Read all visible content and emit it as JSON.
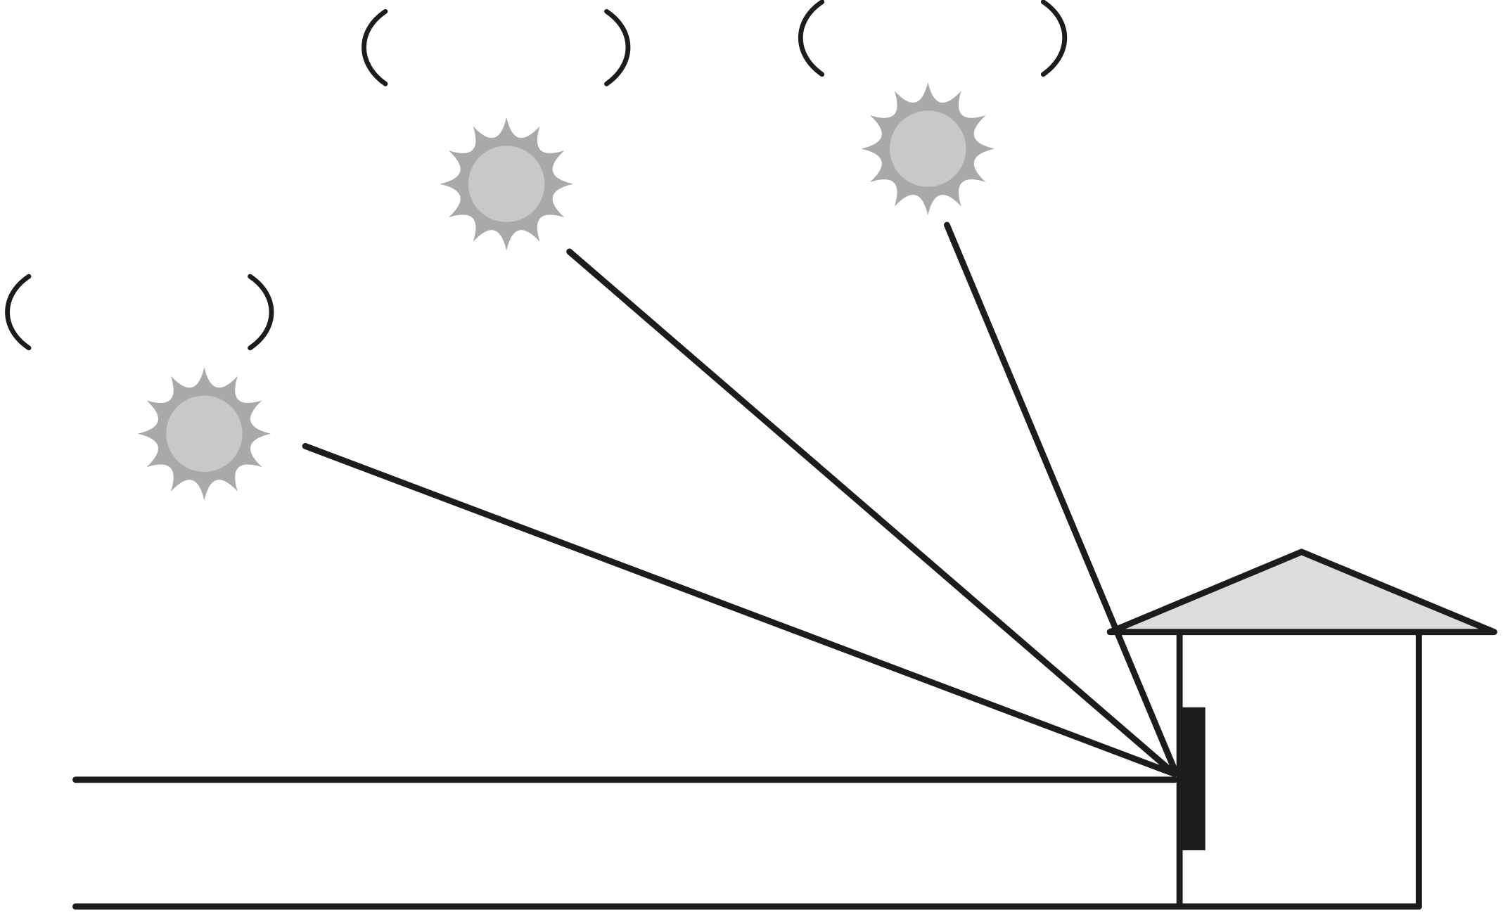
{
  "colors": {
    "stroke": "#1c1c1c",
    "sun_rays": "#a9a9a9",
    "sun_core": "#c8c8c8",
    "roof_fill": "#dcdcdc",
    "window_fill": "#1c1c1c",
    "background": "#ffffff"
  },
  "icons": {
    "sun": "sun-icon",
    "house": "house-icon",
    "window": "window-icon",
    "bracket": "bracket-icon"
  },
  "suns": [
    {
      "position": "low",
      "label": ""
    },
    {
      "position": "middle",
      "label": ""
    },
    {
      "position": "high",
      "label": ""
    }
  ]
}
